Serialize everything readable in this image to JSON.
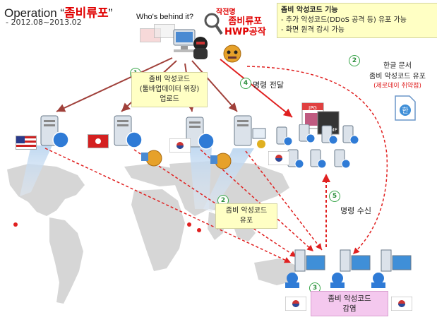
{
  "title": {
    "prefix": "Operation “",
    "highlight": "좀비류포",
    "suffix": "”",
    "date": "- 2012.08~2013.02"
  },
  "who": {
    "text": "Who's behind it?"
  },
  "zombie_op": {
    "label_small": "작전명",
    "label_line1": "좀비류포",
    "label_line2": "HWP공작"
  },
  "top_note": {
    "title": "좀비 악성코드 기능",
    "lines": [
      "- 추가 악성코드(DDoS 공격 등) 유포 가능",
      "- 화면 원격 감시 가능"
    ]
  },
  "step1": {
    "num": "1",
    "line1": "좀비 악성코드",
    "line2": "(툴바업데이터 위장)",
    "line3": "업로드"
  },
  "step2_doc": {
    "num": "2",
    "line1": "한글 문서",
    "line2": "좀비 악성코드 유포",
    "line3": "(제로데이 취약점)"
  },
  "step2_map": {
    "num": "2",
    "line1": "좀비 악성코드",
    "line2": "유포"
  },
  "step3": {
    "num": "3",
    "line1": "좀비 악성코드",
    "line2": "감염"
  },
  "step4": {
    "num": "4",
    "text": "명령 전달"
  },
  "step5": {
    "num": "5",
    "text": "명령 수신"
  },
  "colors": {
    "arrow_brown": "#a0403a",
    "arrow_red": "#e02020",
    "dashed_red": "#e02020",
    "beam_blue": "#a9c8e8",
    "note_bg": "#ffffc4",
    "infect_bg": "#f4c8ee"
  },
  "icons": [
    "server-icon",
    "globe-icon",
    "hacker-icon",
    "magnifier-icon",
    "zombie-icon",
    "hwp-document-icon",
    "jpg-file-icon",
    "gif-file-icon",
    "victim-pc-icon",
    "flag-usa",
    "flag-hongkong",
    "flag-korea",
    "flag-china"
  ]
}
